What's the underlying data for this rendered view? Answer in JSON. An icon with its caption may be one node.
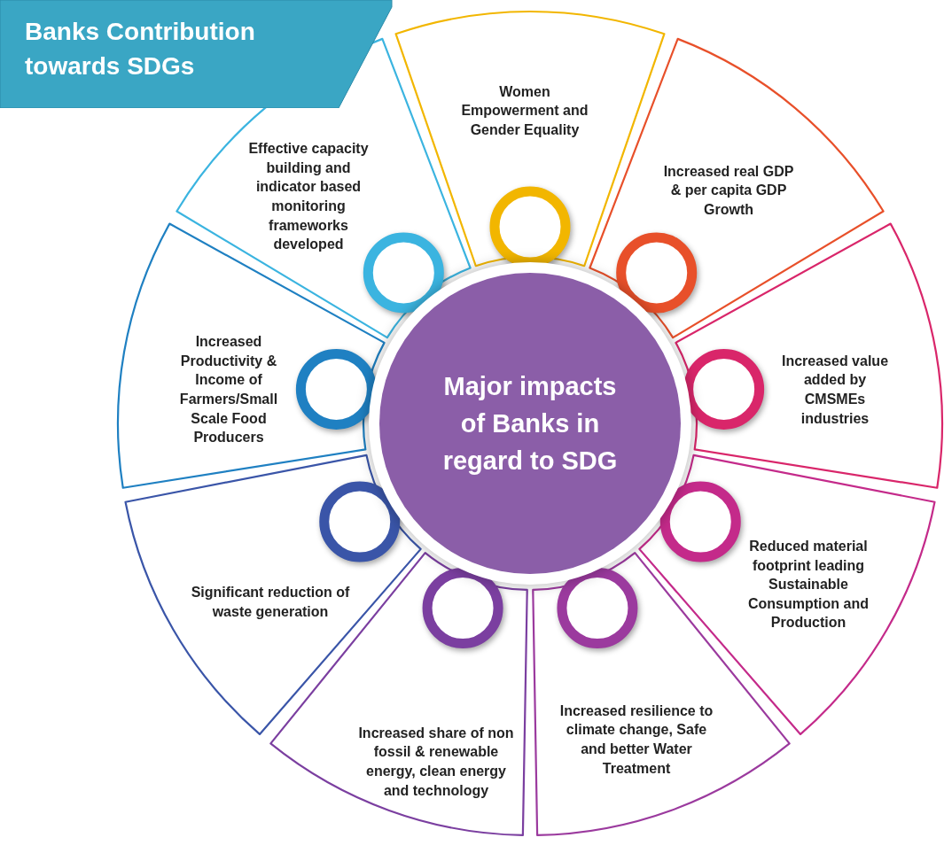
{
  "diagram": {
    "title": "Banks Contribution towards SDGs",
    "nodes": [
      {
        "text": [
          "Major impacts of Banks in regard to SDG"
        ]
      },
      {
        "text": [
          "Women Empowerment and Gender Equality"
        ]
      },
      {
        "text": [
          "Increased real GDP & per capita GDP Growth"
        ]
      },
      {
        "text": [
          "Increased value added by CMSMEs industries"
        ]
      },
      {
        "text": [
          "Reduced material footprint leading Sustainable Consumption and Production"
        ]
      },
      {
        "text": [
          "Increased resilience to climate change, Safe and better Water Treatment"
        ]
      },
      {
        "text": [
          "Increased share of non fossil & renewable energy, clean energy and technology"
        ]
      },
      {
        "text": [
          "Significant reduction of waste generation"
        ]
      },
      {
        "text": [
          "Increased Productivity & Income of Farmers/Small Scale Food Producers"
        ]
      },
      {
        "text": [
          "Effective capacity building and indicator based monitoring frameworks developed"
        ]
      }
    ]
  }
}
